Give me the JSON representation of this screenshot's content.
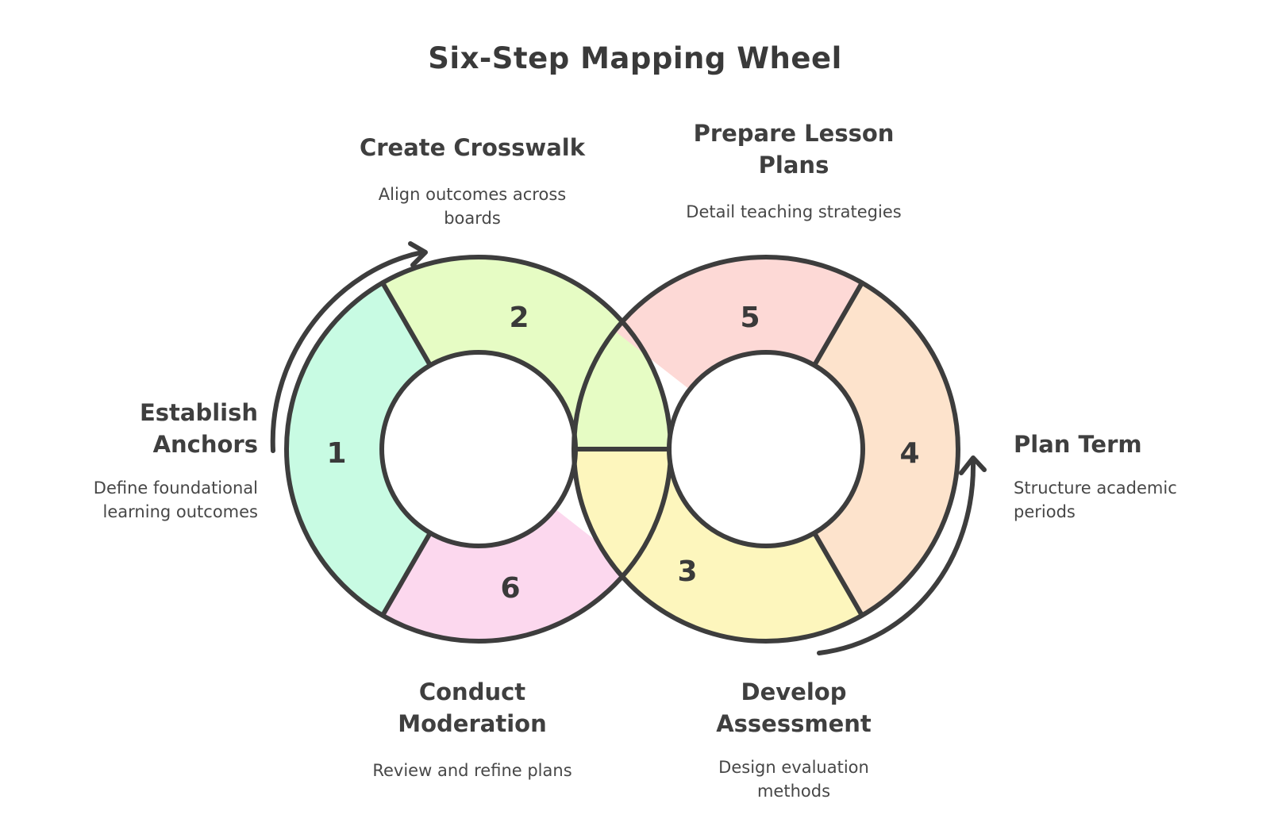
{
  "title": "Six-Step Mapping Wheel",
  "steps": [
    {
      "number": "1",
      "title": "Establish\nAnchors",
      "description": "Define foundational\nlearning outcomes",
      "color": "#c8fbe3"
    },
    {
      "number": "2",
      "title": "Create Crosswalk",
      "description": "Align outcomes across\nboards",
      "color": "#e6fcc4"
    },
    {
      "number": "3",
      "title": "Develop\nAssessment",
      "description": "Design evaluation\nmethods",
      "color": "#fdf6bd"
    },
    {
      "number": "4",
      "title": "Plan Term",
      "description": "Structure academic\nperiods",
      "color": "#fde3cc"
    },
    {
      "number": "5",
      "title": "Prepare Lesson\nPlans",
      "description": "Detail teaching strategies",
      "color": "#fdd9d6"
    },
    {
      "number": "6",
      "title": "Conduct\nModeration",
      "description": "Review and refine plans",
      "color": "#fcd8ee"
    }
  ],
  "colors": {
    "stroke": "#3d3d3d",
    "text": "#3f3f3f"
  },
  "icons": {
    "flow_arrow_left": "curved-arrow-up-icon",
    "flow_arrow_right": "curved-arrow-up-icon"
  }
}
